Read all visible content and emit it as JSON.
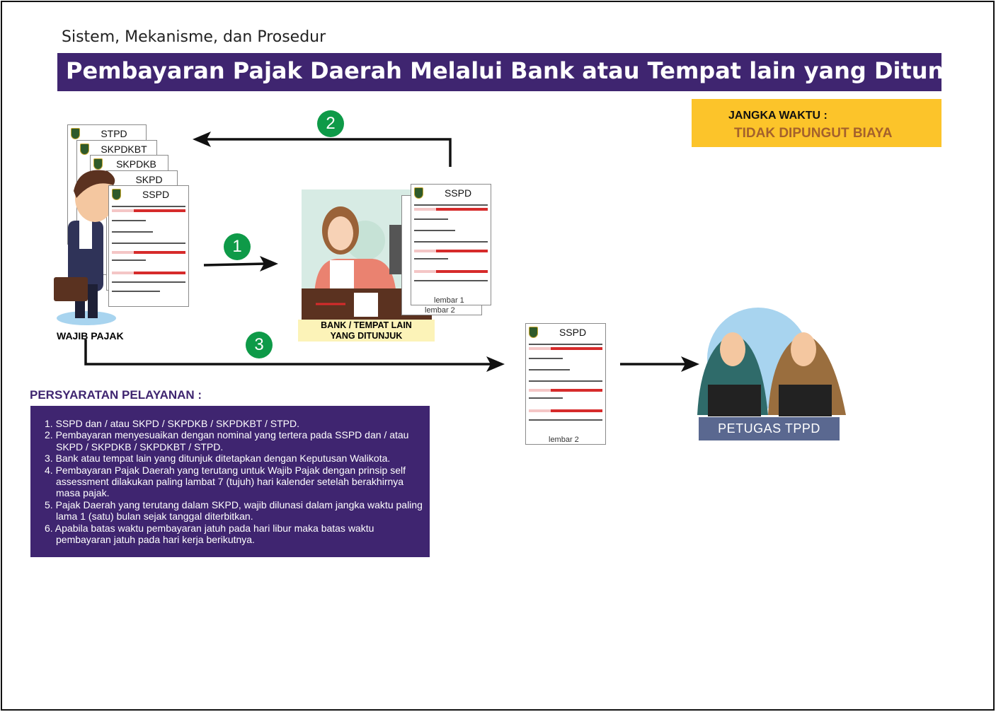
{
  "subtitle": "Sistem, Mekanisme, dan Prosedur",
  "title": "Pembayaran Pajak Daerah Melalui Bank atau Tempat lain yang Ditunjuk",
  "jangka_waktu": {
    "label": "JANGKA WAKTU :",
    "value": "TIDAK DIPUNGUT BIAYA"
  },
  "wajib_pajak": {
    "label": "WAJIB PAJAK",
    "documents": [
      "STPD",
      "SKPDKBT",
      "SKPDKB",
      "SKPD",
      "SSPD"
    ]
  },
  "bank": {
    "label_line1": "BANK / TEMPAT LAIN",
    "label_line2": "YANG DITUNJUK",
    "doc": "SSPD",
    "lembar1": "lembar 1",
    "lembar2": "lembar 2"
  },
  "steps": [
    "1",
    "2",
    "3"
  ],
  "forwarded_doc": {
    "title": "SSPD",
    "lembar": "lembar 2"
  },
  "petugas": {
    "label": "PETUGAS TPPD"
  },
  "requirements": {
    "title": "PERSYARATAN PELAYANAN :",
    "items": [
      "1. SSPD dan / atau SKPD / SKPDKB / SKPDKBT / STPD.",
      "2. Pembayaran menyesuaikan dengan nominal yang tertera pada SSPD dan / atau SKPD / SKPDKB / SKPDKBT / STPD.",
      "3. Bank atau tempat lain yang ditunjuk ditetapkan dengan Keputusan Walikota.",
      "4. Pembayaran Pajak Daerah yang terutang untuk Wajib Pajak dengan prinsip self assessment dilakukan paling lambat 7 (tujuh) hari kalender setelah berakhirnya masa pajak.",
      "5. Pajak Daerah yang terutang dalam SKPD, wajib dilunasi dalam jangka waktu paling lama 1 (satu) bulan sejak tanggal diterbitkan.",
      "6. Apabila batas waktu pembayaran jatuh pada hari libur maka batas waktu pembayaran jatuh pada hari kerja berikutnya."
    ]
  },
  "colors": {
    "purple": "#3f2570",
    "yellow": "#fcc42a",
    "green": "#0e9a48",
    "red": "#d62b2b"
  }
}
